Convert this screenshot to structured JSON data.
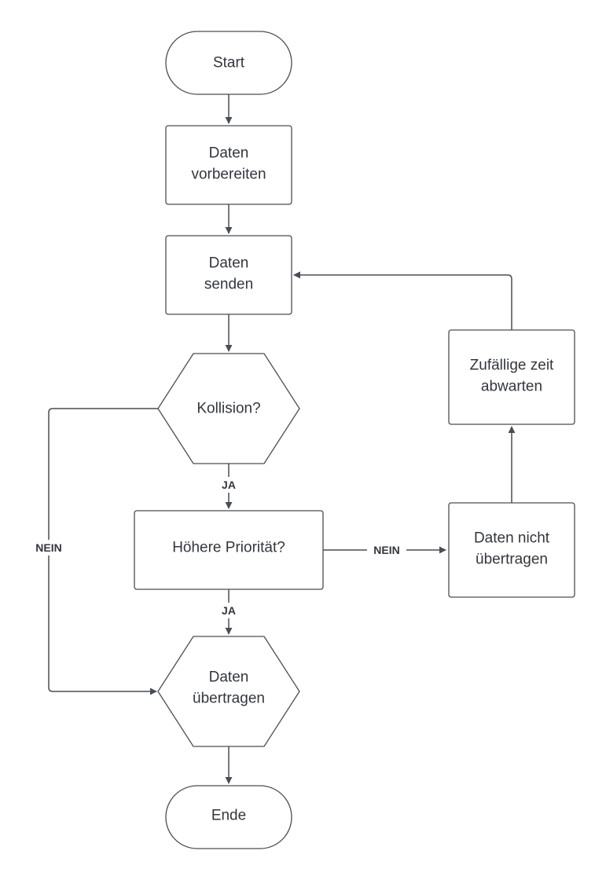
{
  "diagram": {
    "nodes": {
      "start": {
        "lines": [
          "Start"
        ]
      },
      "prepare": {
        "lines": [
          "Daten",
          "vorbereiten"
        ]
      },
      "send": {
        "lines": [
          "Daten",
          "senden"
        ]
      },
      "collision": {
        "lines": [
          "Kollision?"
        ]
      },
      "priority": {
        "lines": [
          "Höhere Priorität?"
        ]
      },
      "transmit": {
        "lines": [
          "Daten",
          "übertragen"
        ]
      },
      "end": {
        "lines": [
          "Ende"
        ]
      },
      "not_transmitted": {
        "lines": [
          "Daten nicht",
          "übertragen"
        ]
      },
      "wait": {
        "lines": [
          "Zufällige zeit",
          "abwarten"
        ]
      }
    },
    "edge_labels": {
      "collision_yes": "JA",
      "collision_no": "NEIN",
      "priority_yes": "JA",
      "priority_no": "NEIN"
    },
    "colors": {
      "stroke": "#4a4d55",
      "text": "#33363d",
      "fill": "#ffffff"
    }
  }
}
